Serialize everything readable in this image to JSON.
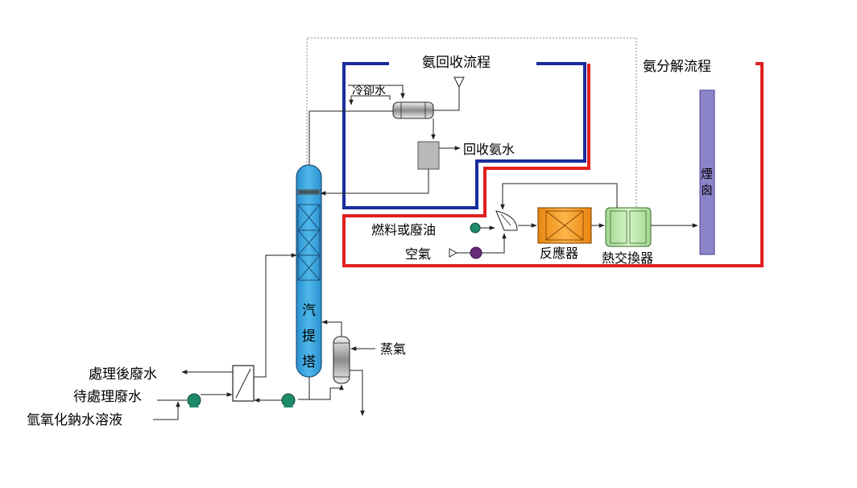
{
  "labels": {
    "ammonia_recovery": "氨回收流程",
    "ammonia_decomposition": "氨分解流程",
    "cooling_water": "冷卻水",
    "recovered_ammonia_water": "回收氨水",
    "fuel_or_waste_oil": "燃料或廢油",
    "air": "空氣",
    "reactor": "反應器",
    "heat_exchanger": "熱交換器",
    "stack": [
      "煙",
      "囪"
    ],
    "stripping_tower": [
      "汽",
      "提",
      "塔"
    ],
    "steam": "蒸氣",
    "treated_wastewater": "處理後廢水",
    "wastewater_to_treat": "待處理廢水",
    "naoh_solution": "氫氧化鈉水溶液"
  },
  "colors": {
    "recovery_boundary": "#1a2d9c",
    "decomposition_boundary": "#e02020",
    "tower": "#3aa7dc",
    "reactor": "#f39a1e",
    "heat_exchanger": "#b8e6a8",
    "stack": "#8c84c8",
    "pump_green": "#1d8a6a",
    "pump_purple": "#6a2a7a"
  }
}
